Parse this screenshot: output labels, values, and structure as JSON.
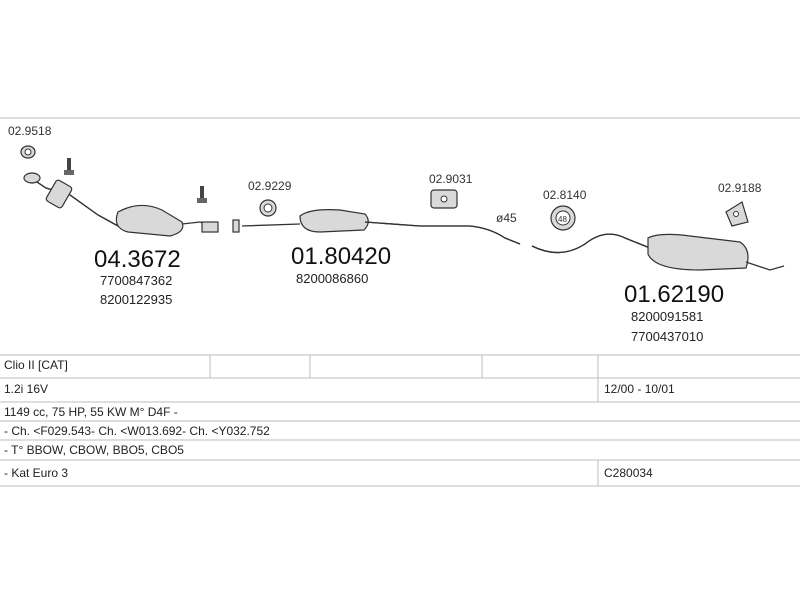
{
  "parts": {
    "clamp_1": "02.9518",
    "clamp_2": "02.9229",
    "mount_1": "02.9031",
    "ring": "02.8140",
    "ring_size": "48",
    "hanger": "02.9188",
    "diameter": "ø45",
    "catalyst": {
      "code": "04.3672",
      "oem_1": "7700847362",
      "oem_2": "8200122935"
    },
    "middle_silencer": {
      "code": "01.80420",
      "oem_1": "8200086860"
    },
    "rear_silencer": {
      "code": "01.62190",
      "oem_1": "8200091581",
      "oem_2": "7700437010"
    }
  },
  "table": {
    "model": "Clio II  [CAT]",
    "engine": "1.2i 16V",
    "dates": "12/00 - 10/01",
    "spec": "1149 cc, 75 HP, 55 KW M° D4F -",
    "chassis": "- Ch. <F029.543- Ch. <W013.692- Ch. <Y032.752",
    "types": "- T° BBOW, CBOW, BBO5, CBO5",
    "kat": "- Kat Euro 3",
    "code": "C280034"
  }
}
